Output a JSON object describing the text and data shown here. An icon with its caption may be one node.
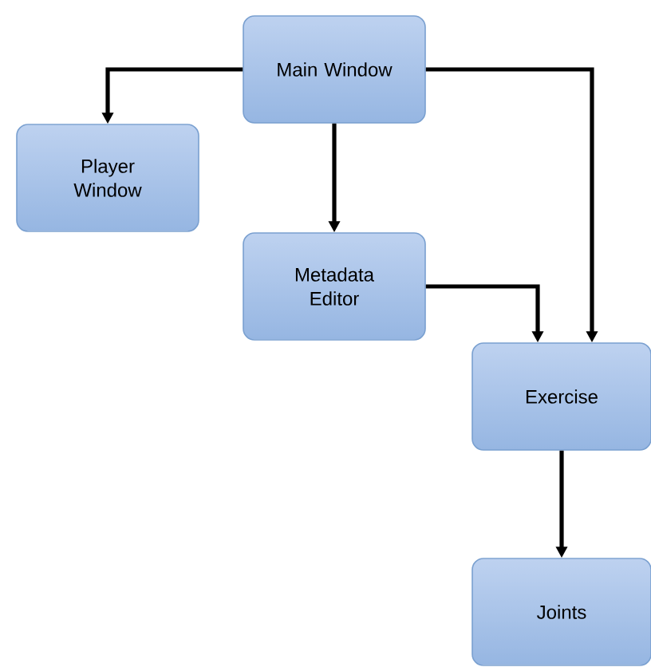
{
  "diagram": {
    "nodes": [
      {
        "text": [
          "Main Window"
        ]
      },
      {
        "text": [
          "Player Window"
        ]
      },
      {
        "text": [
          "Metadata Editor"
        ]
      },
      {
        "text": [
          "Exercise"
        ]
      },
      {
        "text": [
          "Joints"
        ]
      }
    ],
    "edges": [
      {
        "from": 0,
        "to": 1,
        "arrow": "to"
      },
      {
        "from": 0,
        "to": 2,
        "arrow": "to"
      },
      {
        "from": 0,
        "to": 3,
        "arrow": "to"
      },
      {
        "from": 2,
        "to": 3,
        "arrow": "to"
      },
      {
        "from": 3,
        "to": 4,
        "arrow": "to"
      }
    ]
  }
}
